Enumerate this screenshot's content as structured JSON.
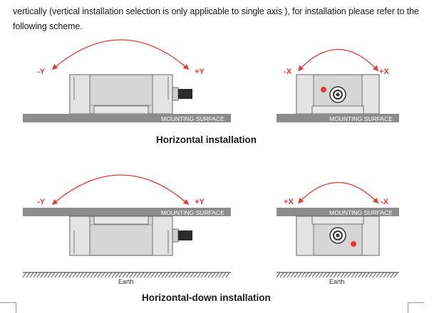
{
  "intro": {
    "line1": "vertically (vertical installation selection is only applicable to single axis ), for installation please refer to the",
    "line2": "following scheme."
  },
  "scheme": {
    "surface_label": "MOUNTING SURFACE",
    "earth_label": "Earth",
    "horizontal_caption": "Horizontal installation",
    "horizontal_down_caption": "Horizontal-down installation",
    "axis": {
      "neg_y": "-Y",
      "pos_y": "+Y",
      "neg_x": "-X",
      "pos_x": "+X"
    }
  },
  "colors": {
    "arrow": "#e53935",
    "surface": "#8c8c8c",
    "housing": "#d6d6d6",
    "outline": "#555555",
    "indicator": "#e53935"
  }
}
